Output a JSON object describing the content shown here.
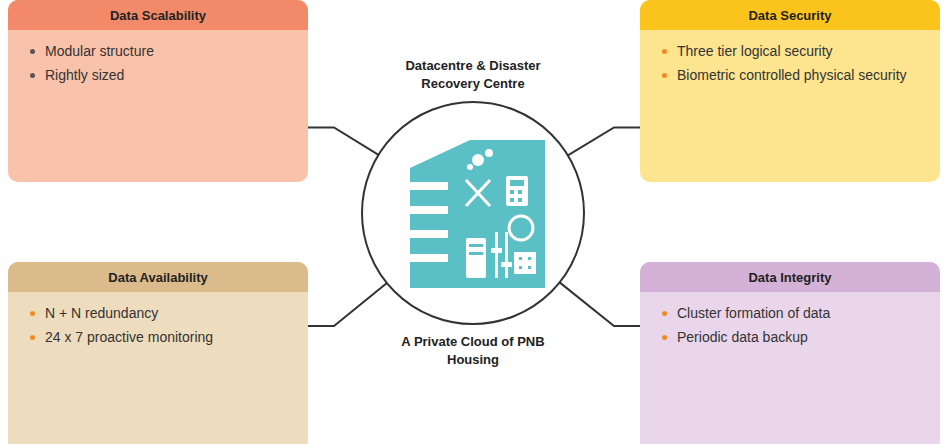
{
  "diagram": {
    "nodes": [
      {
        "text": [
          "Data Scalability",
          "Modular structure",
          "Rightly sized"
        ]
      },
      {
        "text": [
          "Datacentre & Disaster Recovery Centre",
          "A Private Cloud of PNB Housing"
        ]
      },
      {
        "text": [
          "Data Security",
          "Three tier logical security",
          "Biometric controlled physical security"
        ]
      },
      {
        "text": [
          "Data Availability",
          "N + N redundancy",
          "24 x 7 proactive monitoring"
        ]
      },
      {
        "text": [
          "Data Integrity",
          "Cluster formation of data",
          "Periodic data backup"
        ]
      }
    ],
    "edges": [
      {
        "from": 1,
        "to": 0,
        "arrow": "none"
      },
      {
        "from": 1,
        "to": 2,
        "arrow": "none"
      },
      {
        "from": 1,
        "to": 3,
        "arrow": "none"
      },
      {
        "from": 1,
        "to": 4,
        "arrow": "none"
      }
    ]
  }
}
